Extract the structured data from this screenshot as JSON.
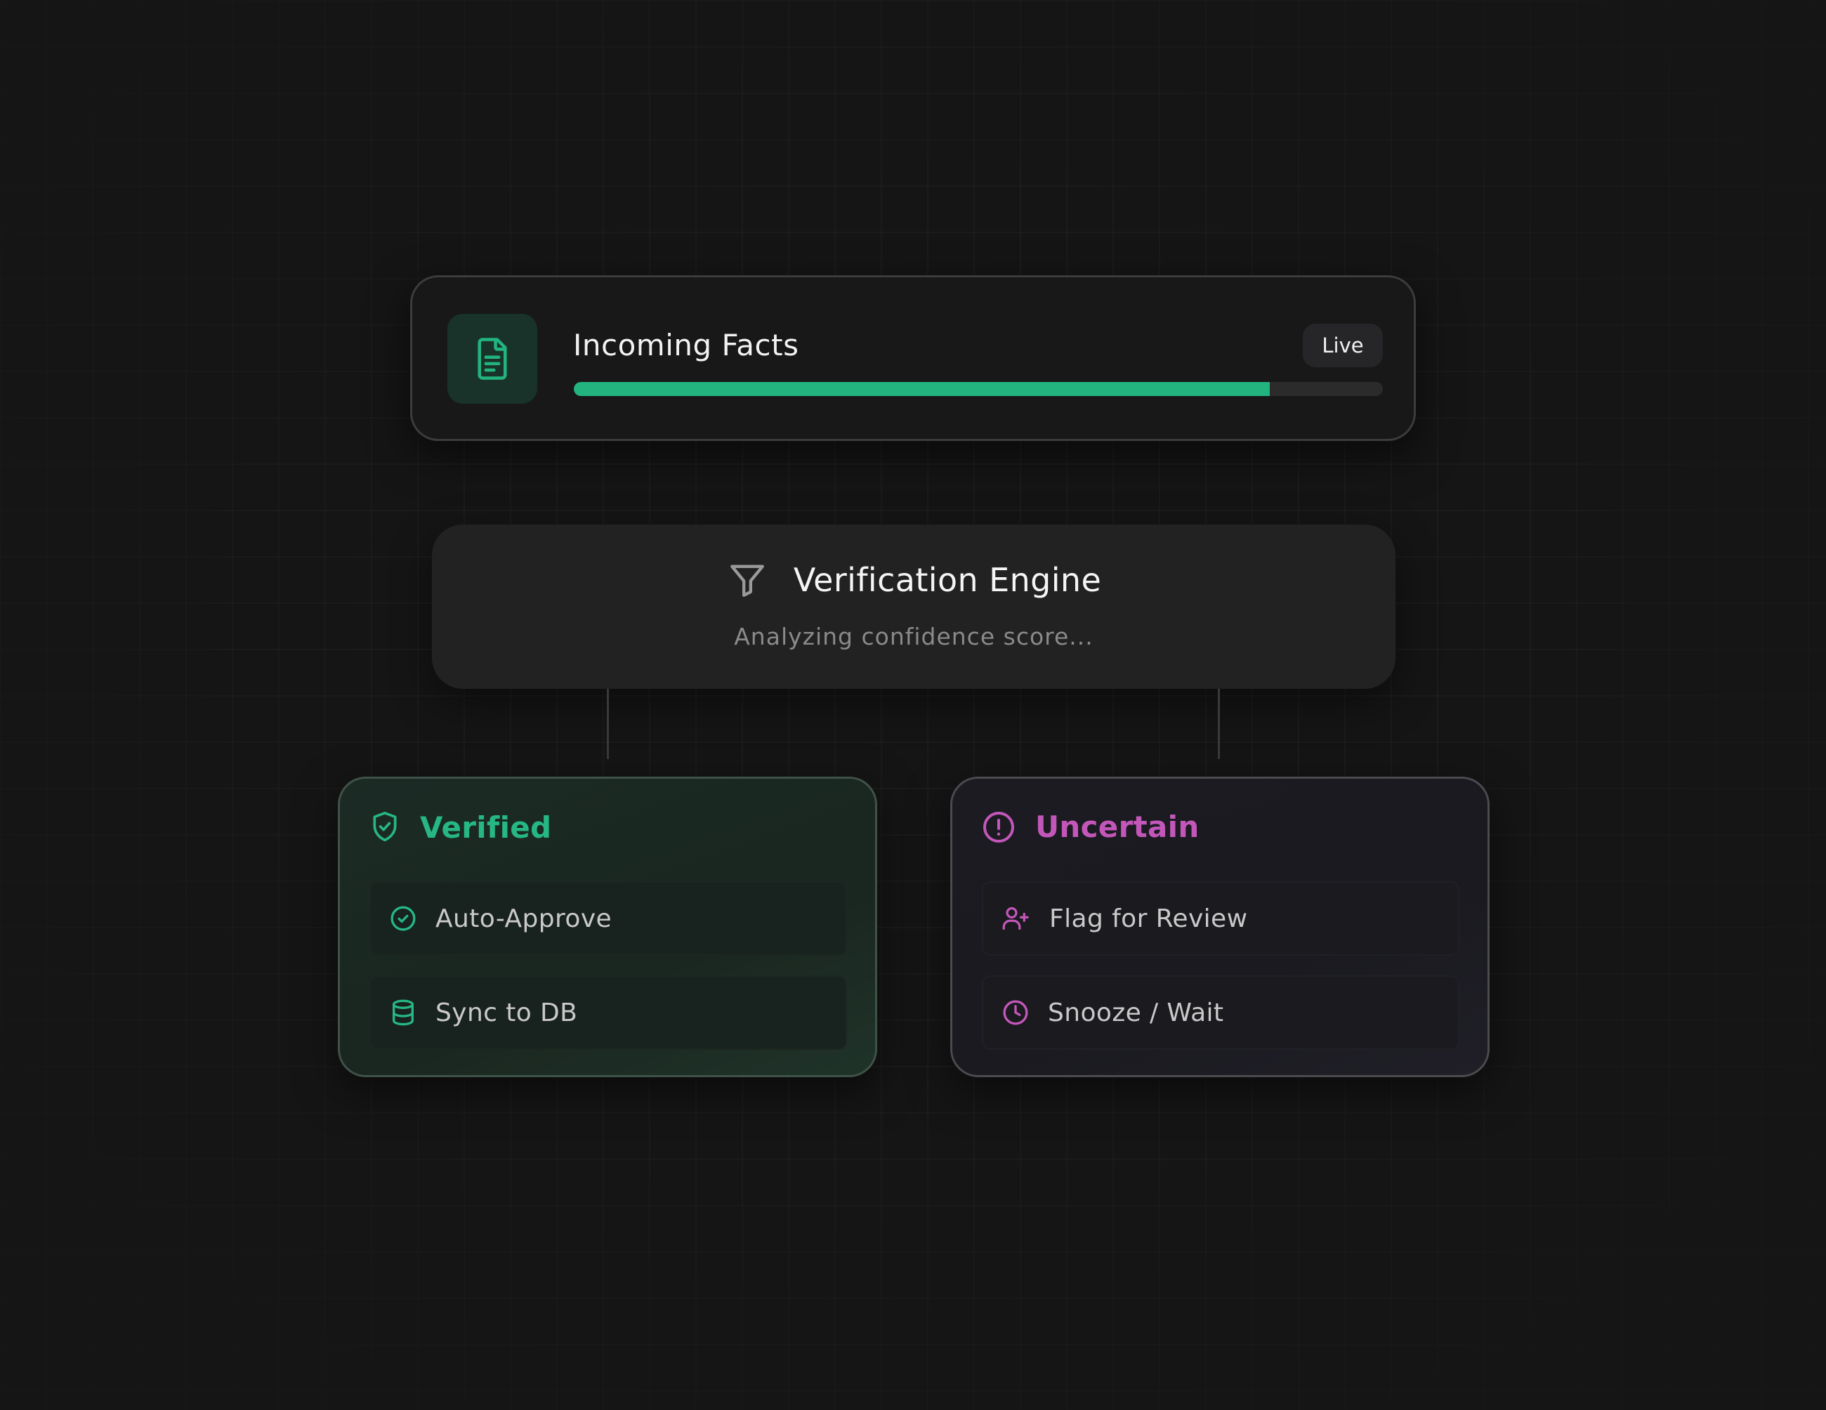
{
  "source": {
    "title": "Incoming Facts",
    "badge": "Live",
    "progress": 0.86,
    "icon": "document-icon"
  },
  "engine": {
    "title": "Verification Engine",
    "subtitle": "Analyzing confidence score...",
    "icon": "funnel-icon"
  },
  "branches": [
    {
      "title": "Verified",
      "icon": "shield-check-icon",
      "color": "#26b784",
      "actions": [
        {
          "label": "Auto-Approve",
          "icon": "check-circle-icon"
        },
        {
          "label": "Sync to DB",
          "icon": "database-icon"
        }
      ]
    },
    {
      "title": "Uncertain",
      "icon": "alert-circle-icon",
      "color": "#c357b9",
      "actions": [
        {
          "label": "Flag for Review",
          "icon": "user-plus-icon"
        },
        {
          "label": "Snooze / Wait",
          "icon": "clock-icon"
        }
      ]
    }
  ],
  "colors": {
    "background": "#151515",
    "accent_green": "#22b37f",
    "accent_magenta": "#c357b9"
  }
}
